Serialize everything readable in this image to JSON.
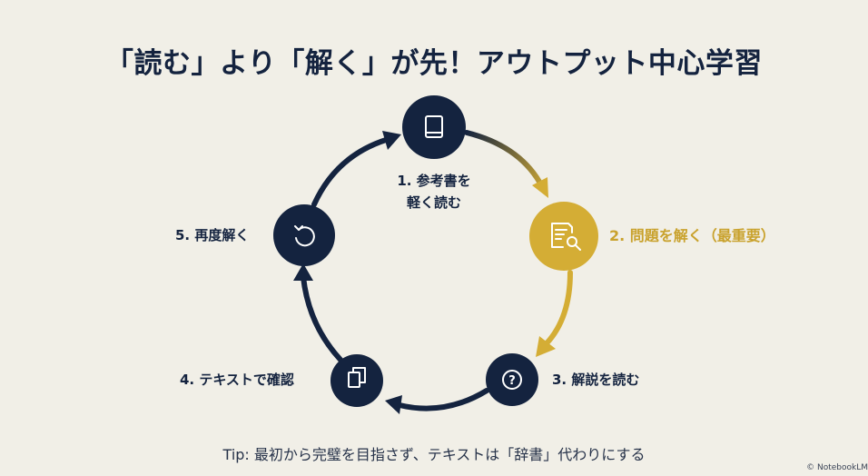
{
  "title": "「読む」より「解く」が先！アウトプット中心学習",
  "steps": [
    {
      "label_line1": "1. 参考書を",
      "label_line2": "軽く読む",
      "icon": "book-icon"
    },
    {
      "label": "2. 問題を解く（最重要）",
      "icon": "document-search-icon"
    },
    {
      "label": "3. 解説を読む",
      "icon": "question-circle-icon"
    },
    {
      "label": "4. テキストで確認",
      "icon": "documents-icon"
    },
    {
      "label": "5. 再度解く",
      "icon": "refresh-icon"
    }
  ],
  "tip": "Tip: 最初から完璧を目指さず、テキストは「辞書」代わりにする",
  "credit": "© NotebookLM",
  "colors": {
    "navy": "#14233f",
    "gold": "#d4ad35",
    "background": "#f1efe7"
  }
}
